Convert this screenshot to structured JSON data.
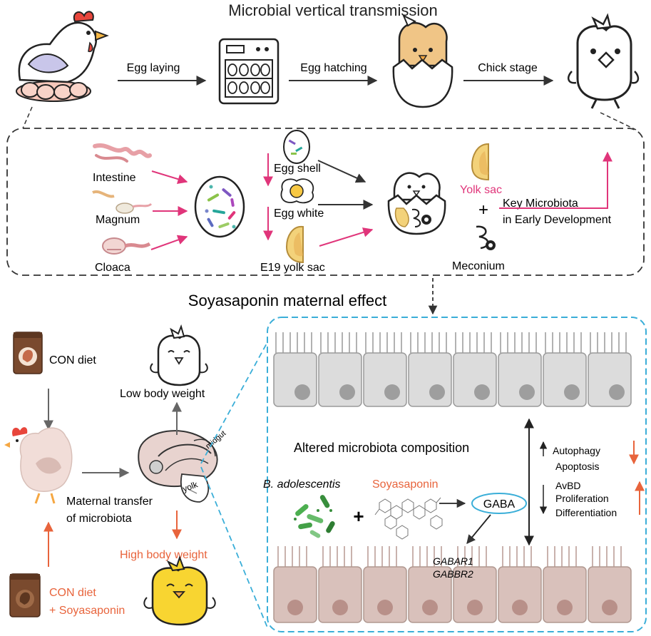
{
  "top": {
    "title": "Microbial vertical transmission",
    "steps": [
      "Egg laying",
      "Egg hatching",
      "Chick stage"
    ]
  },
  "transmission_box": {
    "sources": [
      "Intestine",
      "Magnum",
      "Cloaca"
    ],
    "egg_parts": [
      "Egg shell",
      "Egg white",
      "E19 yolk sac"
    ],
    "yolk_sac": "Yolk sac",
    "plus": "+",
    "meconium": "Meconium",
    "key_line1": "Key Microbiota",
    "key_line2": "in Early Development"
  },
  "bottom": {
    "title": "Soyasaponin maternal effect",
    "con_diet": "CON diet",
    "con_soya_line1": "CON diet",
    "con_soya_line2": "+ Soyasaponin",
    "maternal_line1": "Maternal transfer",
    "maternal_line2": "of microbiota",
    "low_bw": "Low body weight",
    "high_bw": "High body weight",
    "midgut": "midgut",
    "yolk": "yolk"
  },
  "intestine_panel": {
    "altered": "Altered microbiota composition",
    "bacteria": "B. adolescentis",
    "plus": "+",
    "soyasaponin": "Soyasaponin",
    "gaba": "GABA",
    "receptor1": "GABAR1",
    "receptor2": "GABBR2",
    "autophagy": "Autophagy",
    "apoptosis": "Apoptosis",
    "avbd": "AvBD",
    "proliferation": "Proliferation",
    "differentiation": "Differentiation"
  },
  "colors": {
    "accent_red": "#e8643c",
    "magenta": "#e0357a",
    "cyan_dash": "#3aaed8",
    "cell_gray": "#dcdcdc",
    "cell_pink": "#d9c1bb"
  }
}
